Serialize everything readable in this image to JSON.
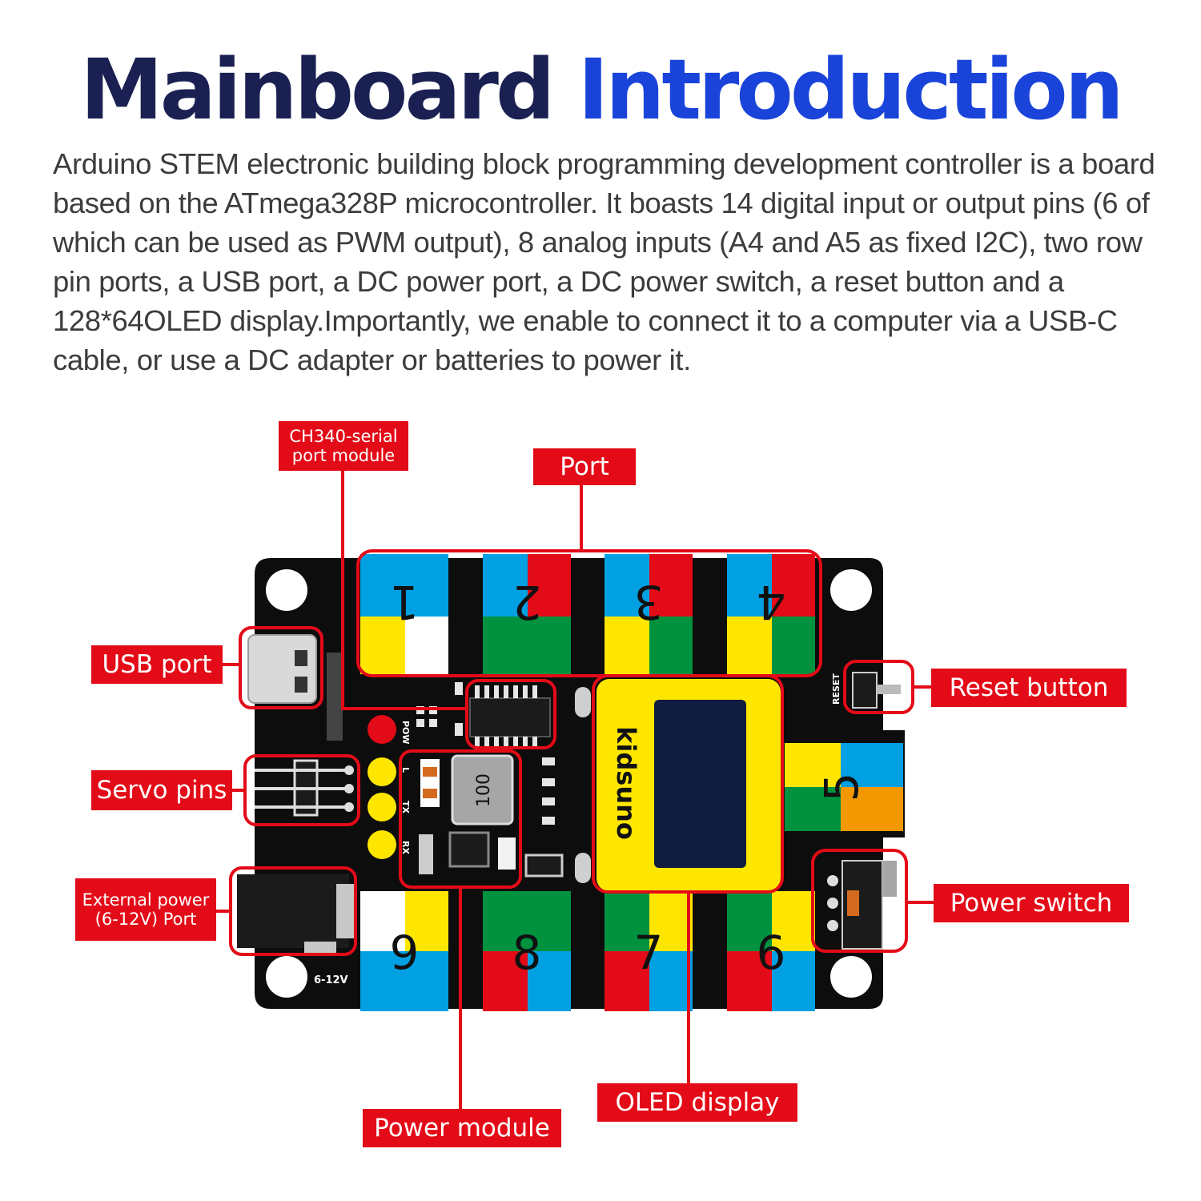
{
  "title": {
    "word1": "Mainboard",
    "word2": "Introduction"
  },
  "description": "Arduino STEM electronic building block programming development controller is a board based on the ATmega328P microcontroller. It boasts 14 digital input or output pins (6 of which can be used as PWM output), 8 analog inputs (A4 and A5 as fixed I2C), two row pin ports, a USB port, a DC power port, a DC power switch, a reset button and a 128*64OLED display.Importantly, we enable to connect it to a computer via a USB-C cable, or use a DC adapter or batteries to power it.",
  "colors": {
    "title_dark": "#1a2152",
    "title_blue": "#1a44d9",
    "callout_red": "#e30b17",
    "board": "#0d0d0d",
    "port_blue": "#00a0e3",
    "port_red": "#e30b17",
    "port_yellow": "#ffe600",
    "port_green": "#00923f",
    "port_white": "#ffffff",
    "port_orange": "#f39800"
  },
  "callouts": {
    "ch340": "CH340-serial port module",
    "ch340_line1": "CH340-serial",
    "ch340_line2": "port module",
    "port": "Port",
    "usb": "USB port",
    "reset": "Reset button",
    "servo": "Servo pins",
    "external_power_line1": "External power",
    "external_power_line2": "(6-12V)  Port",
    "power_switch": "Power switch",
    "power_module": "Power module",
    "oled": "OLED display"
  },
  "board": {
    "brand": "kidsuno",
    "silk_reset": "RESET",
    "silk_pow": "POW",
    "silk_l": "L",
    "silk_tx": "TX",
    "silk_rx": "RX",
    "silk_voltage": "6-12V",
    "inductor_label": "100",
    "port_numbers": [
      "1",
      "2",
      "3",
      "4",
      "5",
      "6",
      "7",
      "8",
      "9"
    ]
  }
}
